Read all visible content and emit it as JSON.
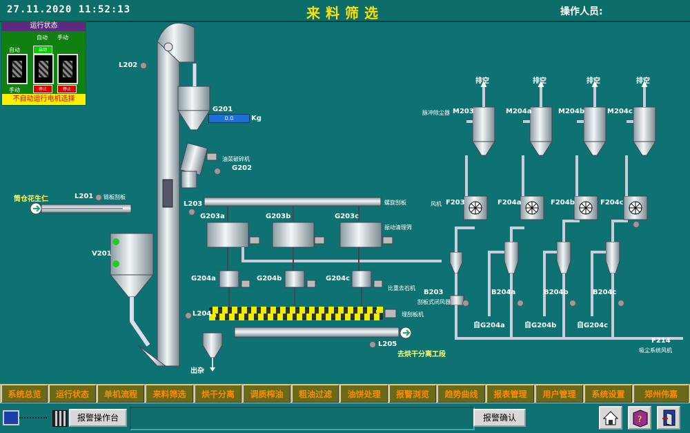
{
  "header": {
    "datetime": "27.11.2020  11:52:13",
    "title": "来料筛选",
    "operator_label": "操作人员:"
  },
  "status_panel": {
    "title": "运行状态",
    "auto_label": "自动",
    "manual_label": "手动",
    "col_auto": "自动",
    "col_manual": "手动",
    "btn_on": "启动",
    "btn_off": "停止",
    "footer": "不自动运行电机选择"
  },
  "labels": {
    "l202": "L202",
    "g201": "G201",
    "g201_value": "0.0",
    "g201_unit": "Kg",
    "g202": "G202",
    "g202_desc": "油菜破碎机",
    "source": "筒仓花生仁",
    "l201": "L201",
    "l201_desc": "链板刮板",
    "v201": "V201",
    "l203": "L203",
    "l203_desc": "螺旋刮板",
    "g203a": "G203a",
    "g203b": "G203b",
    "g203c": "G203c",
    "g203_desc": "振动清理筛",
    "g204a": "G204a",
    "g204b": "G204b",
    "g204c": "G204c",
    "g204_desc": "比重去石机",
    "l204": "L204",
    "l204_desc": "埋刮板机",
    "l205": "L205",
    "to_next": "去烘干分离工段",
    "waste": "出杂",
    "b203": "B203",
    "b203_desc": "刮板式闭风器",
    "b204a": "B204a",
    "b204b": "B204b",
    "b204c": "B204c",
    "from_g204a": "自G204a",
    "from_g204b": "自G204b",
    "from_g204c": "自G204c",
    "f214": "F214",
    "f214_desc": "吸尘系统风机",
    "exhaust": "排空",
    "m203": "M203",
    "m203_desc": "脉冲除尘器",
    "m204a": "M204a",
    "m204b": "M204b",
    "m204c": "M204c",
    "f203": "F203",
    "f203_desc": "风机",
    "f204a": "F204a",
    "f204b": "F204b",
    "f204c": "F204c"
  },
  "nav": {
    "items": [
      "系统总览",
      "运行状态",
      "单机流程",
      "来料筛选",
      "烘干分离",
      "调质榨油",
      "粗油过滤",
      "油饼处理",
      "报警浏览",
      "趋势曲线",
      "报表管理",
      "用户管理",
      "系统设置",
      "郑州伟嘉"
    ]
  },
  "bottom": {
    "alarm_console": "报警操作台",
    "alarm_confirm": "报警确认",
    "alarm_message": ""
  },
  "colors": {
    "background": "#0e7272",
    "title": "#ffe000",
    "nav_text": "#ff8a00"
  }
}
